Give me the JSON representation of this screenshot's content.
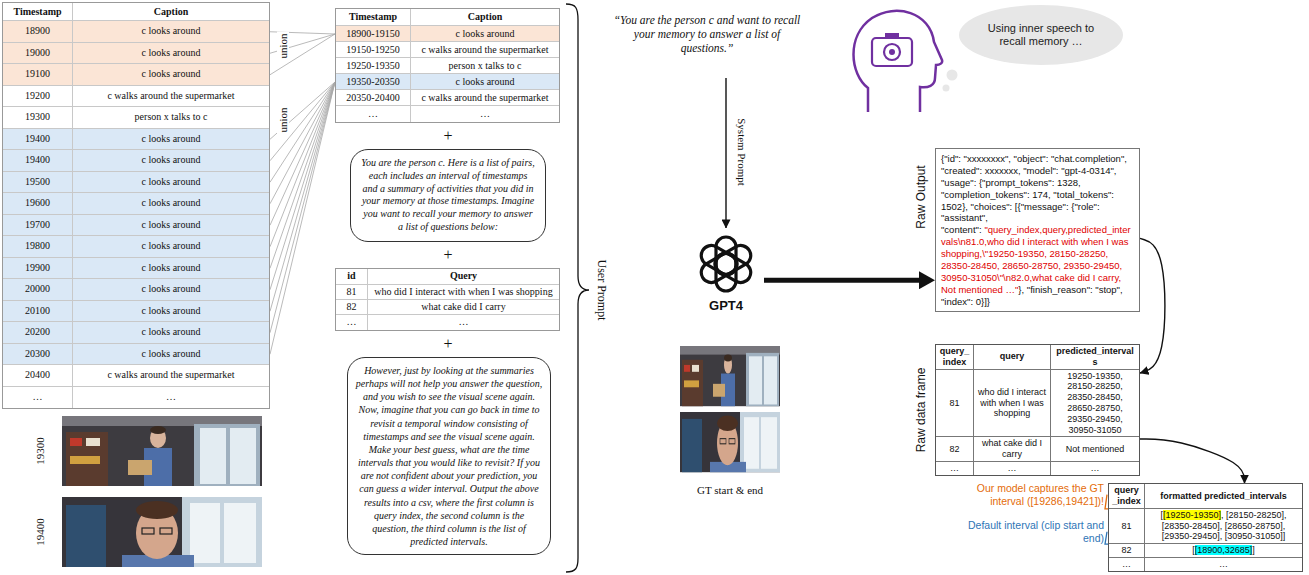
{
  "diagram": {
    "nodes": [
      {
        "text": [
          "Timestamp",
          "Caption",
          "18900",
          "c looks around",
          "19000",
          "c looks around",
          "19100",
          "c looks around",
          "19200",
          "c walks around the supermarket",
          "19300",
          "person x talks to c",
          "19400",
          "c looks around",
          "19400",
          "c looks around",
          "19500",
          "c looks around",
          "19600",
          "c looks around",
          "19700",
          "c looks around",
          "19800",
          "c looks around",
          "19900",
          "c looks around",
          "20000",
          "c looks around",
          "20100",
          "c looks around",
          "20200",
          "c looks around",
          "20300",
          "c looks around",
          "20400",
          "c walks around the supermarket",
          "…",
          "…"
        ]
      },
      {
        "text": [
          "Timestamp",
          "Caption",
          "18900-19150",
          "c looks around",
          "19150-19250",
          "c walks around the supermarket",
          "19250-19350",
          "person x talks to c",
          "19350-20350",
          "c looks around",
          "20350-20400",
          "c walks around the supermarket",
          "…",
          "…"
        ]
      },
      {
        "text": [
          "You are the person c. Here is a list of pairs, each includes an interval of timestamps and a summary of activities that you did in your memory at those timestamps. Imagine you want to recall your memory to answer a list of questions below:"
        ]
      },
      {
        "text": [
          "id",
          "Query",
          "81",
          "who did I interact with when I was shopping",
          "82",
          "what cake did I carry",
          "…",
          "…"
        ]
      },
      {
        "text": [
          "However, just by looking at the summaries perhaps will not help you answer the question, and you wish to see the visual scene again. Now, imagine that you can go back in time to revisit a temporal window consisting of timestamps and see the visual scene again. Make your best guess, what are the time intervals that you would like to revisit? If you are not confident about your prediction, you can guess a wider interval. Output the above results into a csv, where the first column is query index, the second column is the question, the third column is the list of predicted intervals."
        ]
      },
      {
        "text": [
          "GPT4"
        ]
      },
      {
        "text": [
          "Using inner speech to recall memory …"
        ]
      },
      {
        "text": [
          "{\"id\": \"xxxxxxxx\", \"object\": \"chat.completion\", \"created\": xxxxxxx, \"model\": \"gpt-4-0314\", \"usage\": {\"prompt_tokens\": 1328, \"completion_tokens\": 174, \"total_tokens\": 1502}, \"choices\": [{\"message\": {\"role\": \"assistant\", \"content\":",
          "\"query_index,query,predicted_intervals\\n81.0,who did I interact with when I was shopping,\\\"19250-19350, 28150-28250, 28350-28450, 28650-28750, 29350-29450, 30950-31050\\\"\\n82.0,what cake did I carry, Not mentioned …\"",
          "}, \"finish_reason\": \"stop\", \"index\": 0}]}"
        ]
      },
      {
        "text": [
          "query_index",
          "query",
          "predicted_intervals",
          "81",
          "who did I interact with when I was shopping",
          "19250-19350, 28150-28250, 28350-28450, 28650-28750, 29350-29450, 30950-31050",
          "82",
          "what cake did I carry",
          "Not mentioned",
          "…",
          "…",
          "…"
        ]
      },
      {
        "text": [
          "query_index",
          "formatted predicted_intervals",
          "81",
          "[",
          "[19250-19350]",
          ", [28150-28250], [28350-28450], [28650-28750], [29350-29450], [30950-31050]]",
          "82",
          "[",
          "[18900,32685]",
          "]",
          "…",
          "…"
        ]
      }
    ],
    "edges": [
      {
        "from": 5,
        "to": 7,
        "arrow": "to"
      },
      {
        "from": 7,
        "to": 8,
        "arrow": "to"
      },
      {
        "from": 8,
        "to": 9,
        "arrow": "to"
      }
    ],
    "labels": [
      "union",
      "union",
      "+",
      "+",
      "+",
      "User Prompt",
      "“You are the person c and want to recall your memory to answer a list of questions.”",
      "System Prompt",
      "19300",
      "19400",
      "GT start & end",
      "Raw Output",
      "Raw data frame",
      "Our model captures the GT interval ([19286,19421])!",
      "Default interval (clip start and end)"
    ]
  }
}
